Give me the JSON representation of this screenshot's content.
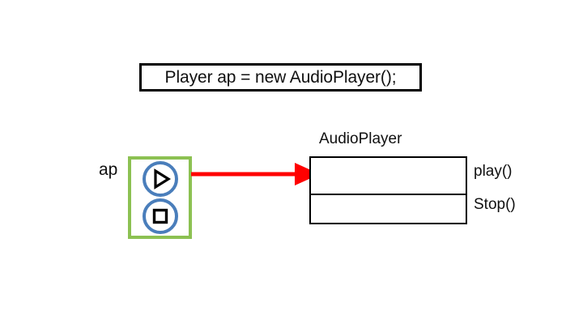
{
  "diagram": {
    "title_statement": "Player ap = new AudioPlayer();",
    "variable": {
      "name": "ap",
      "box_border_color": "#8CC152"
    },
    "icons": [
      {
        "name": "play-icon",
        "glyph": "triangle-right",
        "circle_color": "#4A7EBB",
        "shape_color": "#000000"
      },
      {
        "name": "stop-icon",
        "glyph": "square",
        "circle_color": "#4A7EBB",
        "shape_color": "#000000"
      }
    ],
    "reference_arrow": {
      "name": "reference-arrow",
      "color": "#FF0000",
      "direction": "left-to-right"
    },
    "object": {
      "class_name": "AudioPlayer",
      "border_color": "#000000",
      "rows": [
        "",
        ""
      ],
      "methods": [
        "play()",
        "Stop()"
      ]
    }
  }
}
